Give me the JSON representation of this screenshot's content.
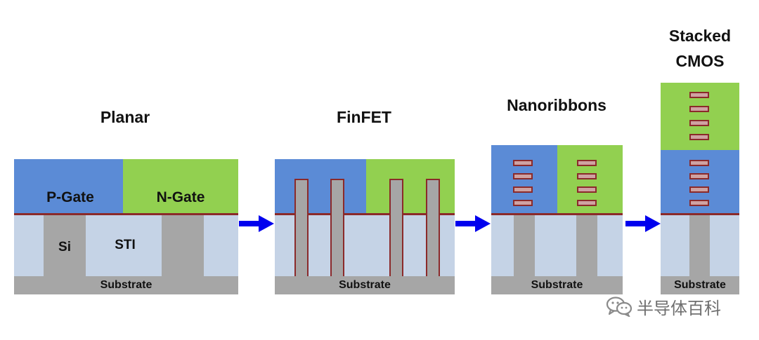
{
  "titles": {
    "planar": "Planar",
    "finfet": "FinFET",
    "nanoribbons": "Nanoribbons",
    "stacked_line1": "Stacked",
    "stacked_line2": "CMOS"
  },
  "labels": {
    "p_gate": "P-Gate",
    "n_gate": "N-Gate",
    "si": "Si",
    "sti": "STI",
    "substrate": "Substrate"
  },
  "watermark": {
    "text": "半导体百科",
    "icon": "wechat-icon"
  },
  "colors": {
    "p_gate": "#5b8bd6",
    "n_gate": "#92d050",
    "sti": "#c5d3e6",
    "silicon": "#a6a6a6",
    "gate_oxide": "#8b2a2a",
    "arrow": "#0000ee"
  }
}
